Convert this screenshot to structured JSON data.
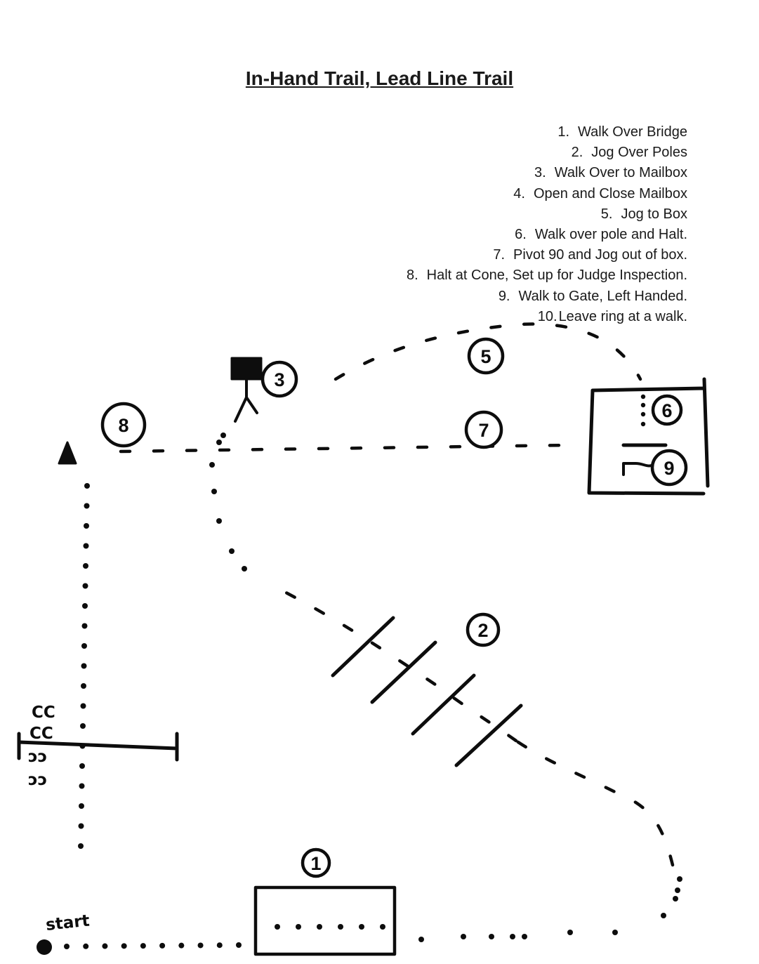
{
  "title": "In-Hand Trail, Lead Line Trail",
  "steps": [
    {
      "number": "1.",
      "text": "Walk Over Bridge"
    },
    {
      "number": "2.",
      "text": "Jog Over Poles"
    },
    {
      "number": "3.",
      "text": "Walk Over to Mailbox"
    },
    {
      "number": "4.",
      "text": "Open and Close Mailbox"
    },
    {
      "number": "5.",
      "text": "Jog to Box"
    },
    {
      "number": "6.",
      "text": "Walk over pole and Halt."
    },
    {
      "number": "7.",
      "text": "Pivot 90 and Jog out of box."
    },
    {
      "number": "8.",
      "text": "Halt at Cone, Set up for Judge Inspection."
    },
    {
      "number": "9.",
      "text": "Walk to Gate, Left Handed."
    },
    {
      "number": "10.",
      "text": "Leave ring at a walk."
    }
  ],
  "start_label": "start",
  "markers": {
    "m1": "1",
    "m2": "2",
    "m3": "3",
    "m5": "5",
    "m6": "6",
    "m7": "7",
    "m8": "8",
    "m9": "9"
  }
}
